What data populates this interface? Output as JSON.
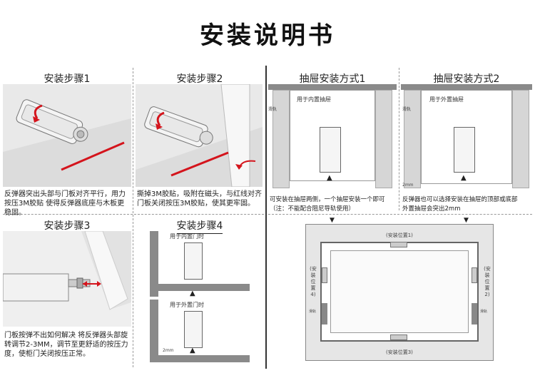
{
  "page_title": "安装说明书",
  "steps": {
    "step1": {
      "title": "安装步骤1",
      "desc": "反弹器突出头部与门板对齐平行，用力按压3M胶贴 使得反弹器底座与木板更稳固。"
    },
    "step2": {
      "title": "安装步骤2",
      "desc": "撕掉3M胶贴，吸附在磁头，与红线对齐门板关闭按压3M胶贴，使其更牢固。"
    },
    "step3": {
      "title": "安装步骤3",
      "desc": "门板按弹不出如何解决 将反弹器头部旋转调节2-3MM，调节至更舒适的按压力度，使柜门关闭按压正常。"
    },
    "step4": {
      "title": "安装步骤4",
      "label_inner_door": "用于内置门时",
      "label_outer_door": "用于外置门时",
      "gap_label": "2mm"
    }
  },
  "drawer": {
    "method1": {
      "title": "抽屉安装方式1",
      "label": "用于内置抽屉",
      "desc_line1": "可安装在抽屉两侧，一个抽屉安装一个即可",
      "desc_line2": "（注：不能配合阻尼导轨使用）",
      "rail_label": "滑轨"
    },
    "method2": {
      "title": "抽屉安装方式2",
      "label": "用于外置抽屉",
      "desc_line1": "反弹器也可以选择安装在抽屉的顶部或底部",
      "desc_line2": "外置抽屉会突出2mm",
      "rail_label": "滑轨",
      "gap_label": "2mm"
    },
    "positions": {
      "pos1": "(安装位置1)",
      "pos2": "(安装位置2)",
      "pos3": "(安装位置3)",
      "pos4": "(安装位置4)",
      "rail_left": "滑轨",
      "rail_right": "滑轨"
    }
  },
  "colors": {
    "accent_red": "#d4141c",
    "gray_panel": "#e9e9e9",
    "dark_panel": "#8a8a8a"
  }
}
